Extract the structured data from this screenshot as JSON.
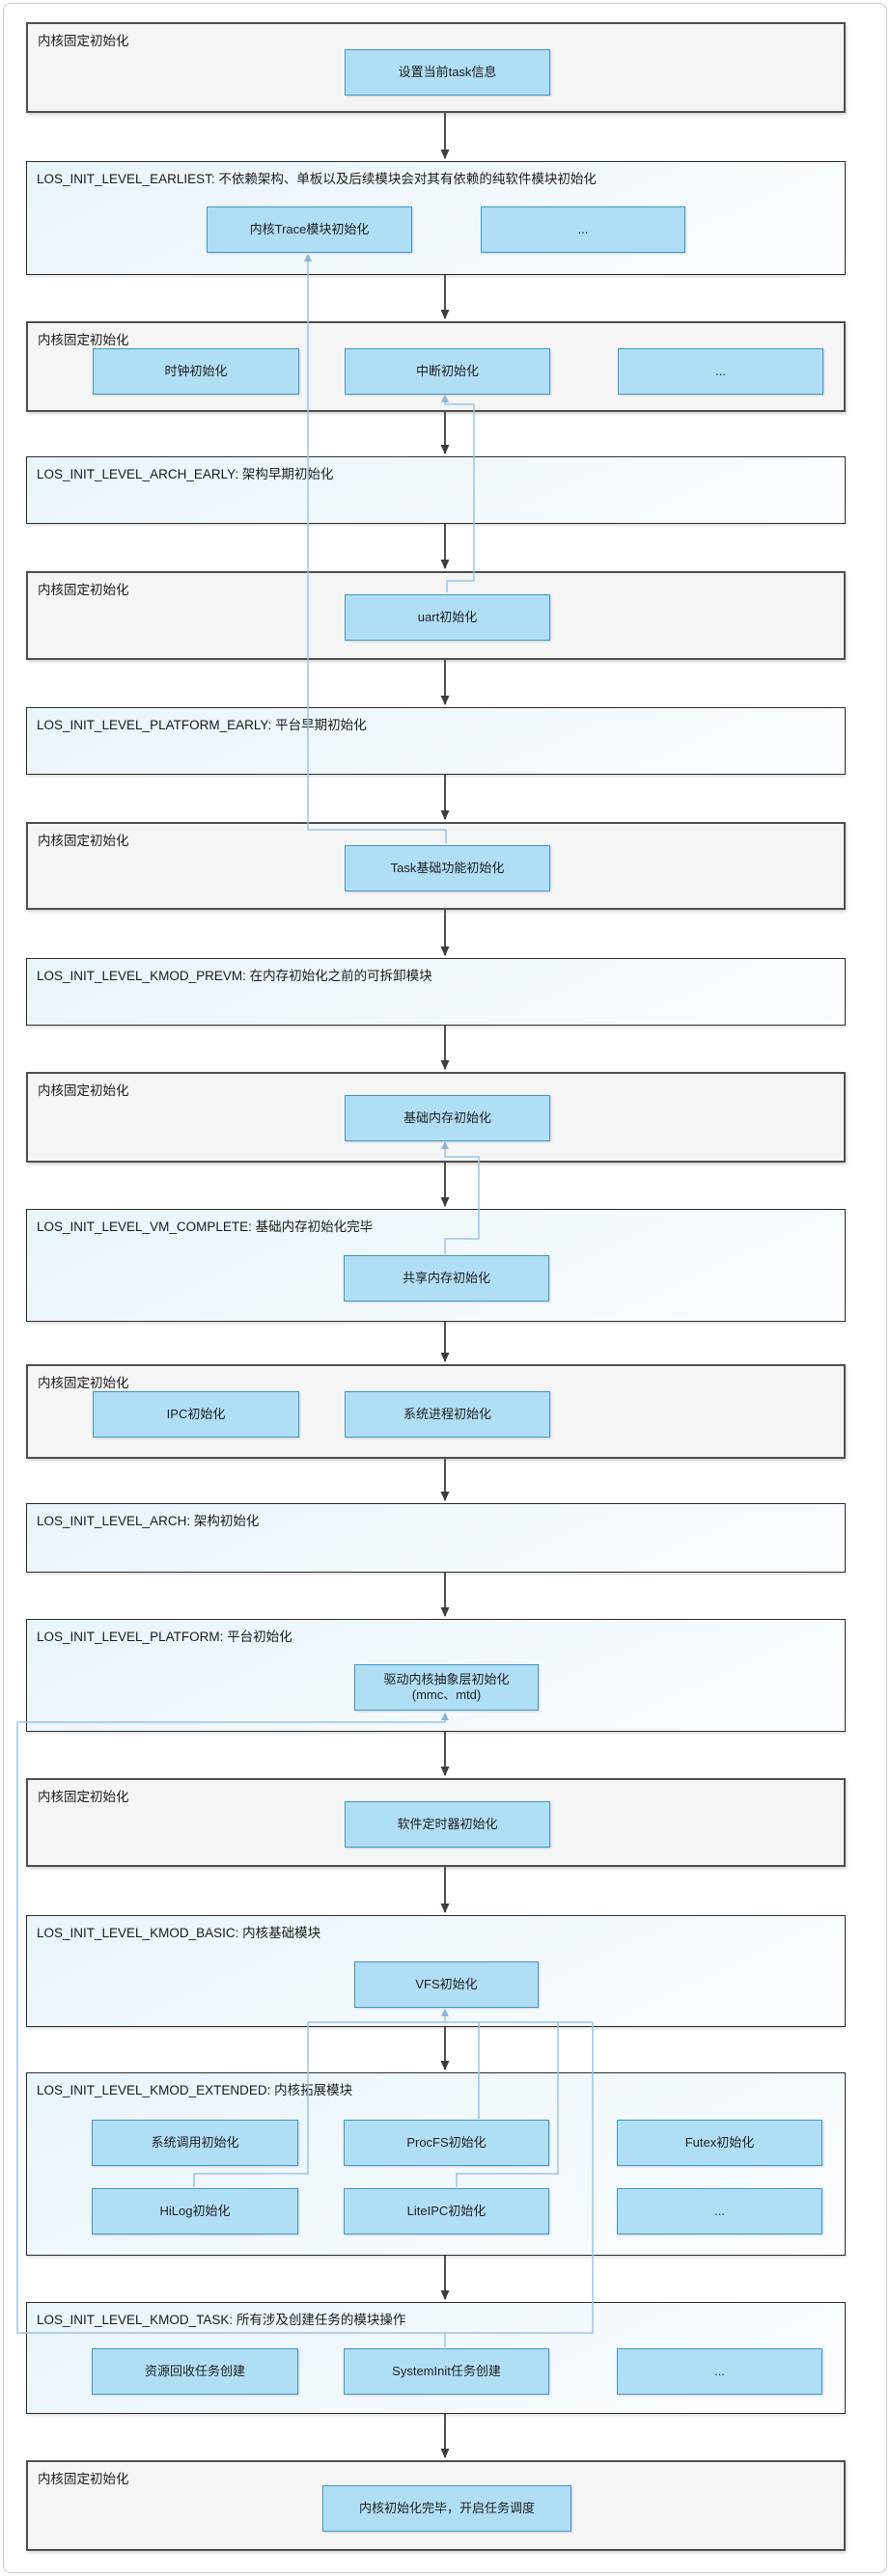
{
  "colors": {
    "node_fill": "#b0def5",
    "node_border": "#3f97c6",
    "level_section_bg": "#e9f4fb",
    "fixed_section_bg": "#f5f5f5",
    "flow_arrow": "#3d3d3d",
    "dependency_line": "#9dc3e6"
  },
  "sections": [
    {
      "kind": "kernel-fixed",
      "title": "内核固定初始化",
      "boxes": [
        {
          "label": "设置当前task信息"
        }
      ]
    },
    {
      "kind": "init-level",
      "title": "LOS_INIT_LEVEL_EARLIEST: 不依赖架构、单板以及后续模块会对其有依赖的纯软件模块初始化",
      "boxes": [
        {
          "label": "内核Trace模块初始化"
        },
        {
          "label": "..."
        }
      ]
    },
    {
      "kind": "kernel-fixed",
      "title": "内核固定初始化",
      "boxes": [
        {
          "label": "时钟初始化"
        },
        {
          "label": "中断初始化"
        },
        {
          "label": "..."
        }
      ]
    },
    {
      "kind": "init-level",
      "title": "LOS_INIT_LEVEL_ARCH_EARLY: 架构早期初始化",
      "boxes": []
    },
    {
      "kind": "kernel-fixed",
      "title": "内核固定初始化",
      "boxes": [
        {
          "label": "uart初始化"
        }
      ]
    },
    {
      "kind": "init-level",
      "title": "LOS_INIT_LEVEL_PLATFORM_EARLY: 平台早期初始化",
      "boxes": []
    },
    {
      "kind": "kernel-fixed",
      "title": "内核固定初始化",
      "boxes": [
        {
          "label": "Task基础功能初始化"
        }
      ]
    },
    {
      "kind": "init-level",
      "title": "LOS_INIT_LEVEL_KMOD_PREVM: 在内存初始化之前的可拆卸模块",
      "boxes": []
    },
    {
      "kind": "kernel-fixed",
      "title": "内核固定初始化",
      "boxes": [
        {
          "label": "基础内存初始化"
        }
      ]
    },
    {
      "kind": "init-level",
      "title": "LOS_INIT_LEVEL_VM_COMPLETE: 基础内存初始化完毕",
      "boxes": [
        {
          "label": "共享内存初始化"
        }
      ]
    },
    {
      "kind": "kernel-fixed",
      "title": "内核固定初始化",
      "boxes": [
        {
          "label": "IPC初始化"
        },
        {
          "label": "系统进程初始化"
        }
      ]
    },
    {
      "kind": "init-level",
      "title": "LOS_INIT_LEVEL_ARCH: 架构初始化",
      "boxes": []
    },
    {
      "kind": "init-level",
      "title": "LOS_INIT_LEVEL_PLATFORM: 平台初始化",
      "boxes": [
        {
          "label": "驱动内核抽象层初始化",
          "sublabel": "(mmc、mtd)"
        }
      ]
    },
    {
      "kind": "kernel-fixed",
      "title": "内核固定初始化",
      "boxes": [
        {
          "label": "软件定时器初始化"
        }
      ]
    },
    {
      "kind": "init-level",
      "title": "LOS_INIT_LEVEL_KMOD_BASIC: 内核基础模块",
      "boxes": [
        {
          "label": "VFS初始化"
        }
      ]
    },
    {
      "kind": "init-level",
      "title": "LOS_INIT_LEVEL_KMOD_EXTENDED: 内核拓展模块",
      "boxes": [
        {
          "label": "系统调用初始化"
        },
        {
          "label": "ProcFS初始化"
        },
        {
          "label": "Futex初始化"
        },
        {
          "label": "HiLog初始化"
        },
        {
          "label": "LiteIPC初始化"
        },
        {
          "label": "..."
        }
      ]
    },
    {
      "kind": "init-level",
      "title": "LOS_INIT_LEVEL_KMOD_TASK: 所有涉及创建任务的模块操作",
      "boxes": [
        {
          "label": "资源回收任务创建"
        },
        {
          "label": "SystemInit任务创建"
        },
        {
          "label": "..."
        }
      ]
    },
    {
      "kind": "kernel-fixed",
      "title": "内核固定初始化",
      "boxes": [
        {
          "label": "内核初始化完毕，开启任务调度"
        }
      ]
    }
  ]
}
